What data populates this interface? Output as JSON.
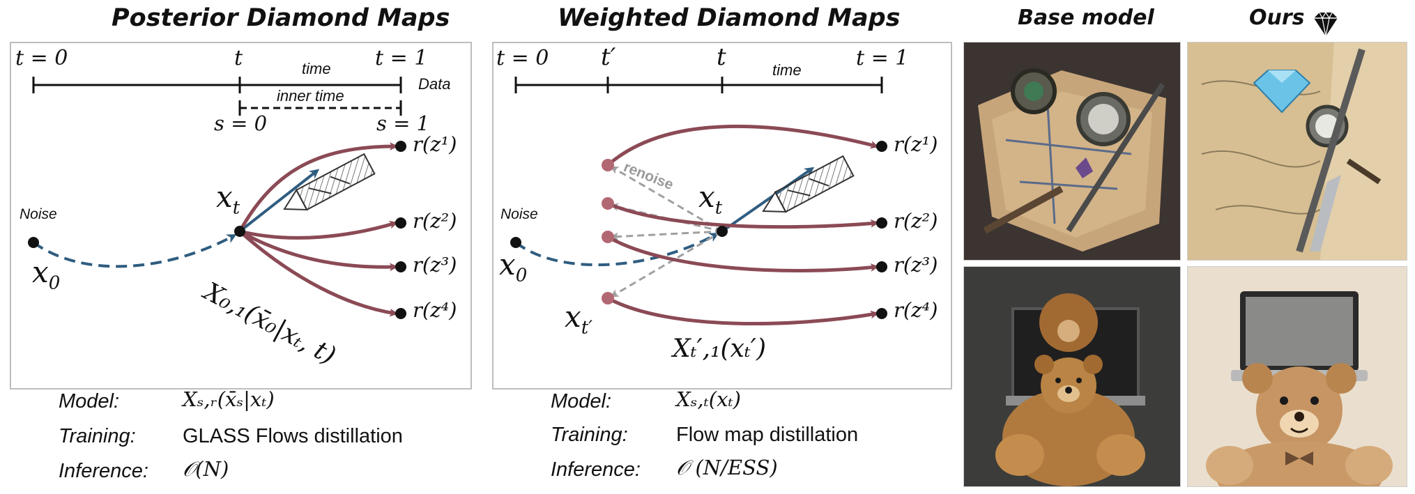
{
  "left": {
    "title": "Posterior Diamond Maps",
    "t0": "t = 0",
    "t": "t",
    "t1": "t = 1",
    "time": "time",
    "inner_time": "inner time",
    "data": "Data",
    "s0": "s = 0",
    "s1": "s = 1",
    "noise": "Noise",
    "x0": "x",
    "x0_sub": "0",
    "xt": "x",
    "xt_sub": "t",
    "rz": [
      "r(z¹)",
      "r(z²)",
      "r(z³)",
      "r(z⁴)"
    ],
    "flow_label": "X₀,₁(x̄₀|xₜ, t)",
    "model_key": "Model:",
    "model_val": "Xₛ,ᵣ(x̄ₛ|xₜ)",
    "training_key": "Training:",
    "training_val": "GLASS Flows distillation",
    "inference_key": "Inference:",
    "inference_val": "𝒪(N)"
  },
  "middle": {
    "title": "Weighted Diamond Maps",
    "t0": "t = 0",
    "tp": "t′",
    "t": "t",
    "t1": "t = 1",
    "time": "time",
    "noise": "Noise",
    "x0": "x",
    "x0_sub": "0",
    "xt": "x",
    "xt_sub": "t",
    "xtp": "x",
    "xtp_sub": "t′",
    "renoise": "renoise",
    "rz": [
      "r(z¹)",
      "r(z²)",
      "r(z³)",
      "r(z⁴)"
    ],
    "flow_label": "Xₜ′,₁(xₜ′)",
    "model_key": "Model:",
    "model_val": "Xₛ,ₜ(xₜ)",
    "training_key": "Training:",
    "training_val": "Flow map distillation",
    "inference_key": "Inference:",
    "inference_val": "𝒪 (N/ESS)"
  },
  "right": {
    "base_title": "Base model",
    "ours_title": "Ours",
    "ours_icon": "diamond-icon"
  },
  "colors": {
    "maroon": "#8b4a55",
    "blue": "#2f5d80",
    "gray": "#a0a0a0"
  }
}
